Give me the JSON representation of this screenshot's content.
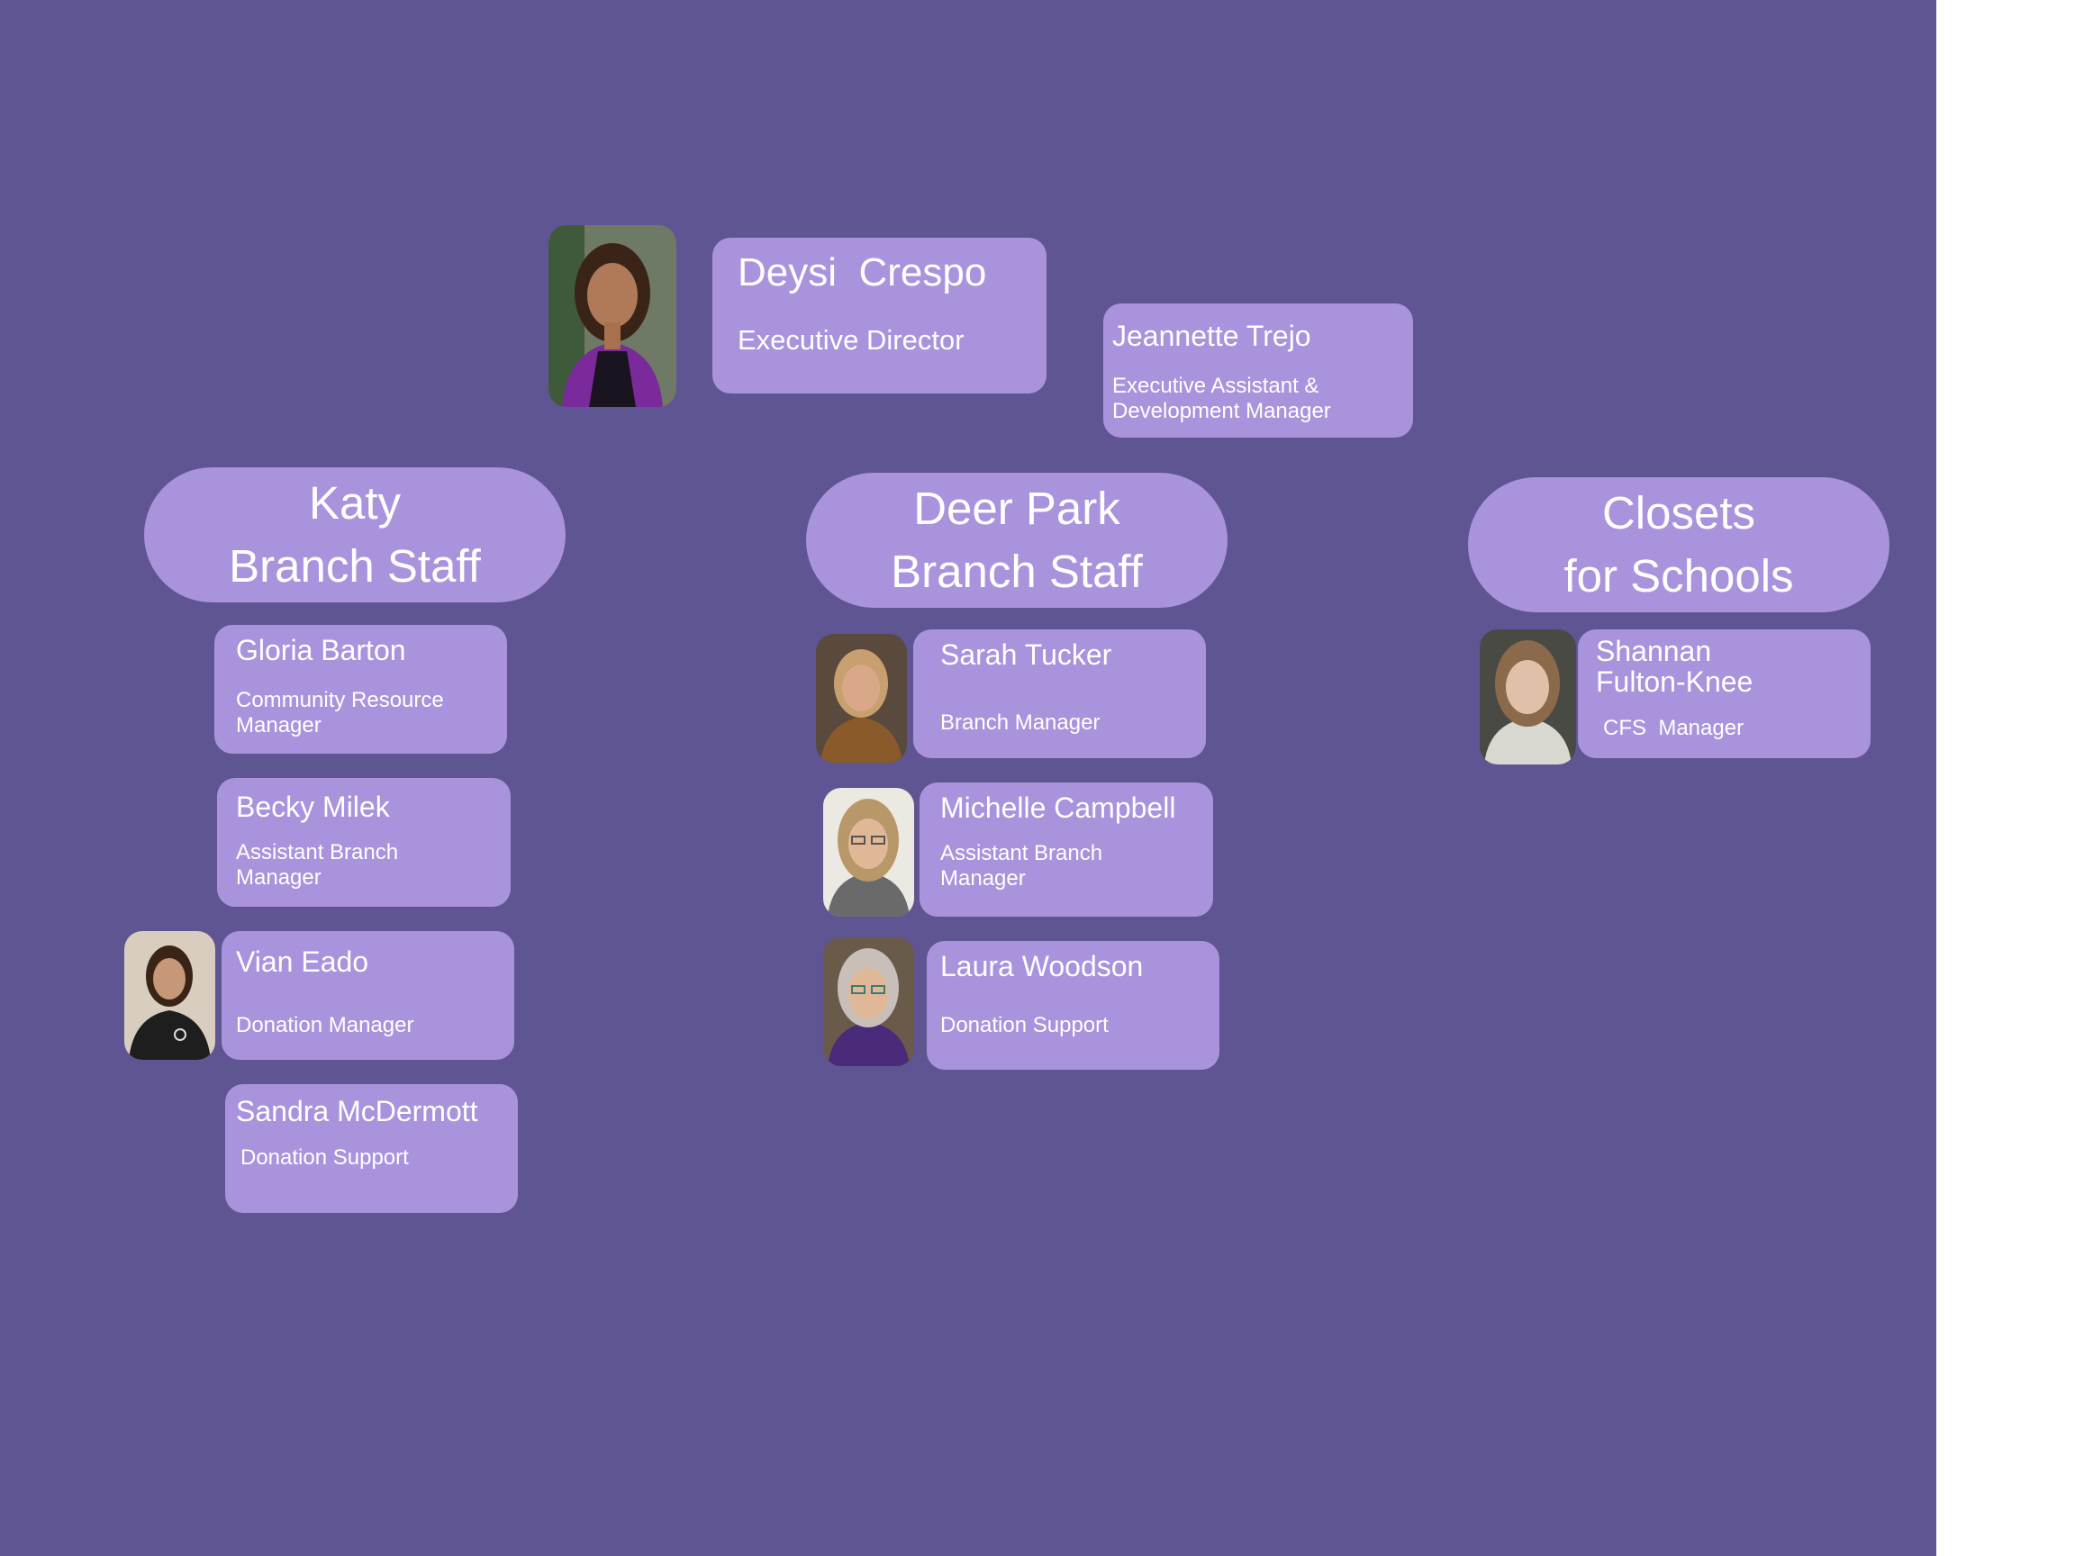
{
  "colors": {
    "background": "#5e5592",
    "card": "#a993dc",
    "text": "#ffffff"
  },
  "director": {
    "name": "Deysi  Crespo",
    "role": "Executive Director"
  },
  "assistant": {
    "name": "Jeannette Trejo",
    "role_line1": "Executive Assistant &",
    "role_line2": "Development Manager"
  },
  "groups": {
    "katy": {
      "line1": "Katy",
      "line2": "Branch Staff"
    },
    "deer_park": {
      "line1": "Deer Park",
      "line2": "Branch Staff"
    },
    "closets": {
      "line1": "Closets",
      "line2": "for Schools"
    }
  },
  "katy_staff": [
    {
      "name": "Gloria Barton",
      "role_line1": "Community Resource",
      "role_line2": "Manager"
    },
    {
      "name": "Becky Milek",
      "role_line1": "Assistant Branch",
      "role_line2": "Manager"
    },
    {
      "name": "Vian Eado",
      "role_line1": "Donation Manager",
      "role_line2": ""
    },
    {
      "name": "Sandra McDermott",
      "role_line1": "Donation Support",
      "role_line2": ""
    }
  ],
  "deer_park_staff": [
    {
      "name": "Sarah Tucker",
      "role_line1": "Branch Manager",
      "role_line2": ""
    },
    {
      "name": "Michelle Campbell",
      "role_line1": "Assistant Branch",
      "role_line2": "Manager"
    },
    {
      "name": "Laura Woodson",
      "role_line1": "Donation Support",
      "role_line2": ""
    }
  ],
  "closets_staff": [
    {
      "name_line1": "Shannan",
      "name_line2": "Fulton-Knee",
      "role": "CFS  Manager"
    }
  ]
}
